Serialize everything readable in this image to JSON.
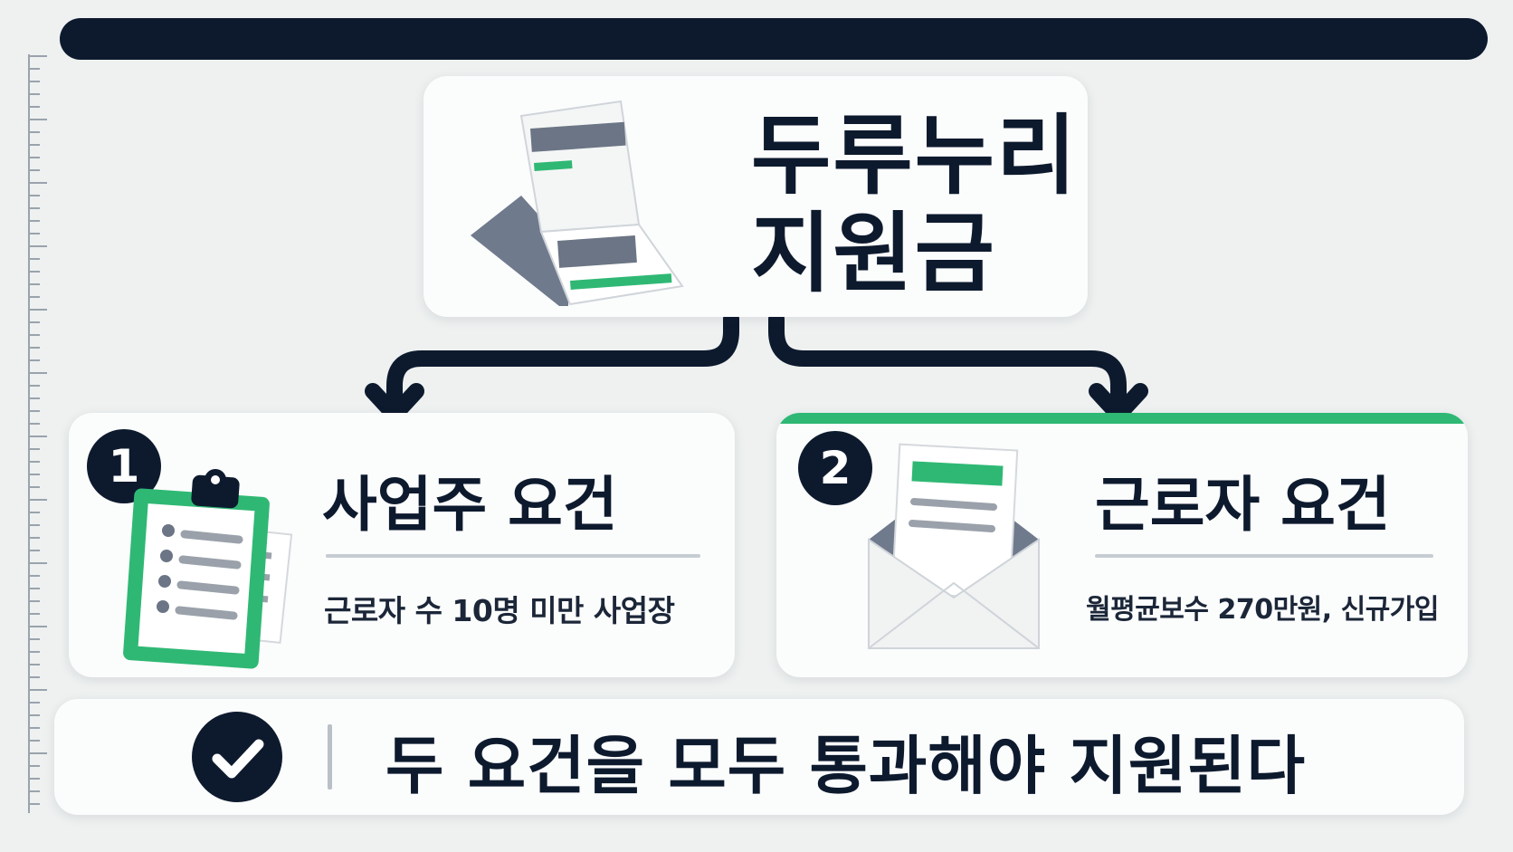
{
  "title": {
    "line1": "두루누리",
    "line2": "지원금"
  },
  "requirements": [
    {
      "number": "1",
      "heading": "사업주 요건",
      "description": "근로자 수 10명 미만 사업장",
      "icon": "clipboard-icon"
    },
    {
      "number": "2",
      "heading": "근로자 요건",
      "description": "월평균보수 270만원, 신규가입",
      "icon": "envelope-icon"
    }
  ],
  "conclusion": {
    "text": "두 요건을 모두 통과해야 지원된다",
    "icon": "checkmark-icon"
  },
  "colors": {
    "navy": "#0d1a2e",
    "green": "#2fb874",
    "gray": "#6b7585",
    "background": "#eef1f0"
  }
}
